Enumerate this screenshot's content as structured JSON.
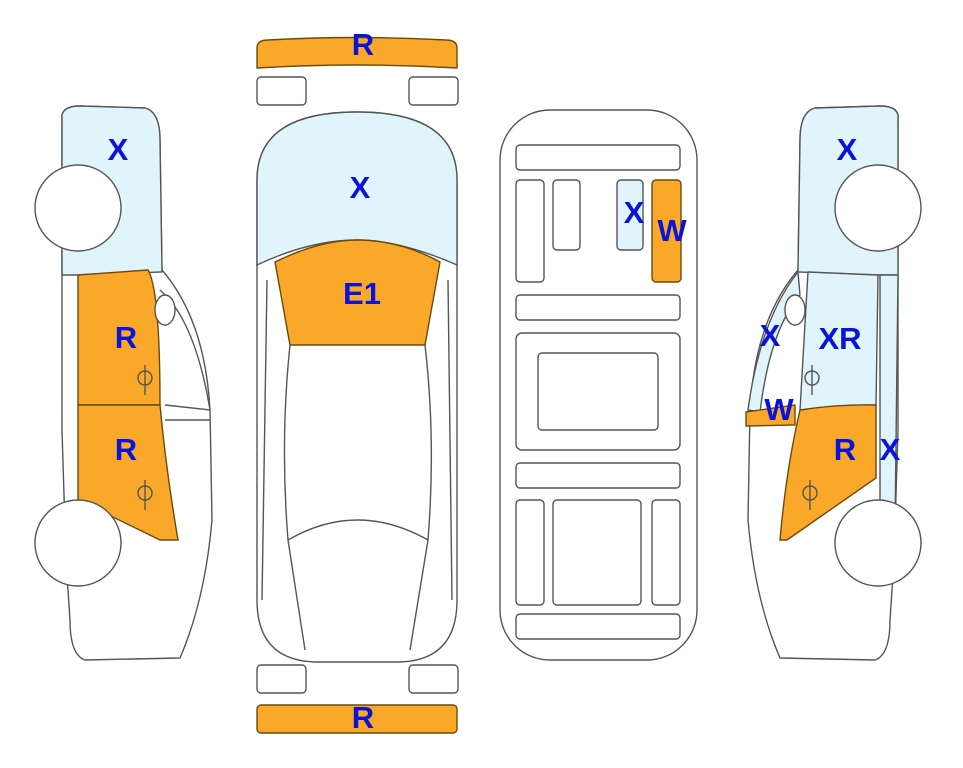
{
  "colors": {
    "damage_orange": "#f9a82a",
    "damage_blue": "#dff4fb",
    "label": "#0a14d8",
    "outline": "#555555"
  },
  "labels": {
    "left_rear_window": "X",
    "left_rear_door": "R",
    "left_front_door": "R",
    "rear_bumper": "R",
    "rear_window": "X",
    "trunk": "E1",
    "roof_small_panel": "X",
    "roof_rail": "W",
    "right_rear_window": "X",
    "right_windshield_pillar": "X",
    "right_front_door_window": "XR",
    "right_mirror": "W",
    "right_front_door": "R",
    "right_a_pillar": "X",
    "front_bumper": "R"
  }
}
